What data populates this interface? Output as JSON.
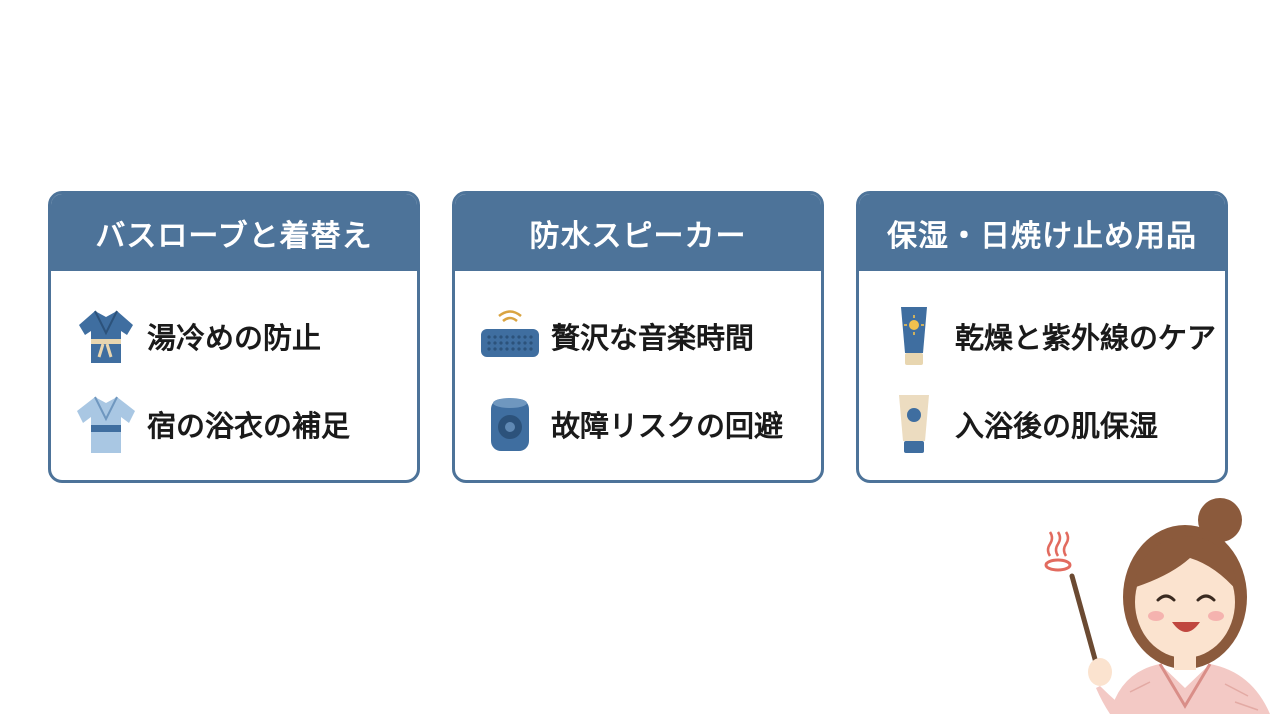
{
  "cards": [
    {
      "title": "バスローブと着替え",
      "items": [
        {
          "icon": "bathrobe-icon",
          "label": "湯冷めの防止"
        },
        {
          "icon": "yukata-icon",
          "label": "宿の浴衣の補足"
        }
      ]
    },
    {
      "title": "防水スピーカー",
      "items": [
        {
          "icon": "bluetooth-speaker-icon",
          "label": "贅沢な音楽時間"
        },
        {
          "icon": "cylinder-speaker-icon",
          "label": "故障リスクの回避"
        }
      ]
    },
    {
      "title": "保湿・日焼け止め用品",
      "items": [
        {
          "icon": "sunscreen-tube-icon",
          "label": "乾燥と紫外線のケア"
        },
        {
          "icon": "moisturizer-tube-icon",
          "label": "入浴後の肌保湿"
        }
      ]
    }
  ],
  "mascot": {
    "icon": "onsen-guide-girl-illustration",
    "pointer_icon": "hot-spring-symbol-icon"
  },
  "colors": {
    "accent": "#4d7399",
    "icon_blue": "#3f6ea0",
    "icon_light": "#8fb3d6",
    "skin": "#fbe3cf",
    "kimono": "#f3c9c5"
  }
}
